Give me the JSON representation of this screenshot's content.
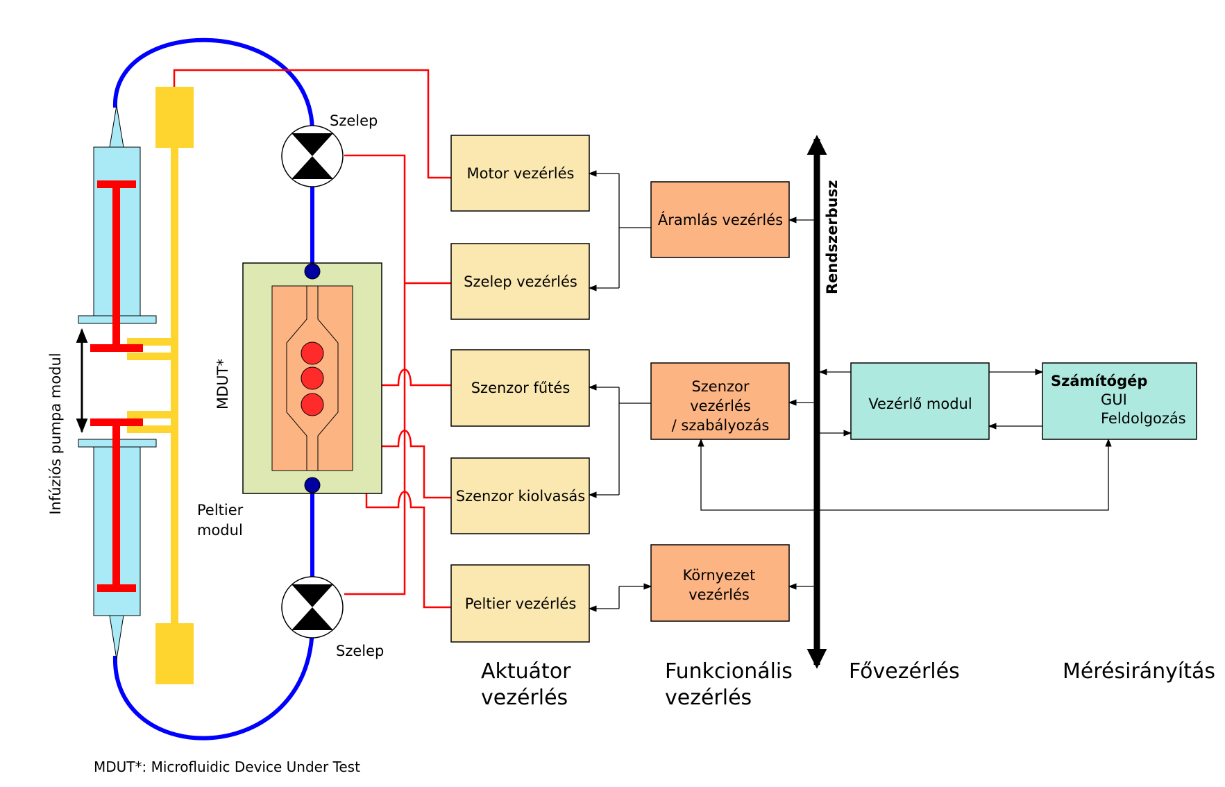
{
  "labels": {
    "valve_top": "Szelep",
    "valve_bottom": "Szelep",
    "mdut": "MDUT*",
    "peltier_line1": "Peltier",
    "peltier_line2": "modul",
    "pump": "Infúziós pumpa modul",
    "footnote": "MDUT*: Microfluidic Device Under Test",
    "bus": "Rendszerbusz"
  },
  "actuator_boxes": {
    "motor": "Motor vezérlés",
    "valve": "Szelep vezérlés",
    "sensor_heat": "Szenzor fűtés",
    "sensor_read": "Szenzor kiolvasás",
    "peltier": "Peltier vezérlés"
  },
  "functional_boxes": {
    "flow": "Áramlás vezérlés",
    "sensor_line1": "Szenzor",
    "sensor_line2": "vezérlés",
    "sensor_line3": "/ szabályozás",
    "env_line1": "Környezet",
    "env_line2": "vezérlés"
  },
  "controller_box": "Vezérlő modul",
  "computer_box": {
    "title": "Számítógép",
    "line2": "GUI",
    "line3": "Feldolgozás"
  },
  "columns": {
    "actuator_line1": "Aktuátor",
    "actuator_line2": "vezérlés",
    "functional_line1": "Funkcionális",
    "functional_line2": "vezérlés",
    "main": "Fővezérlés",
    "measurement": "Mérésirányítás"
  },
  "colors": {
    "actuator_fill": "#fbe8b0",
    "functional_fill": "#fcb483",
    "main_fill": "#ade9de",
    "tube": "#0000ff",
    "wire": "#ff0000",
    "syringe": "#aaeaf7",
    "yellow": "#fed42e",
    "peltier_fill": "#dde8b2"
  }
}
